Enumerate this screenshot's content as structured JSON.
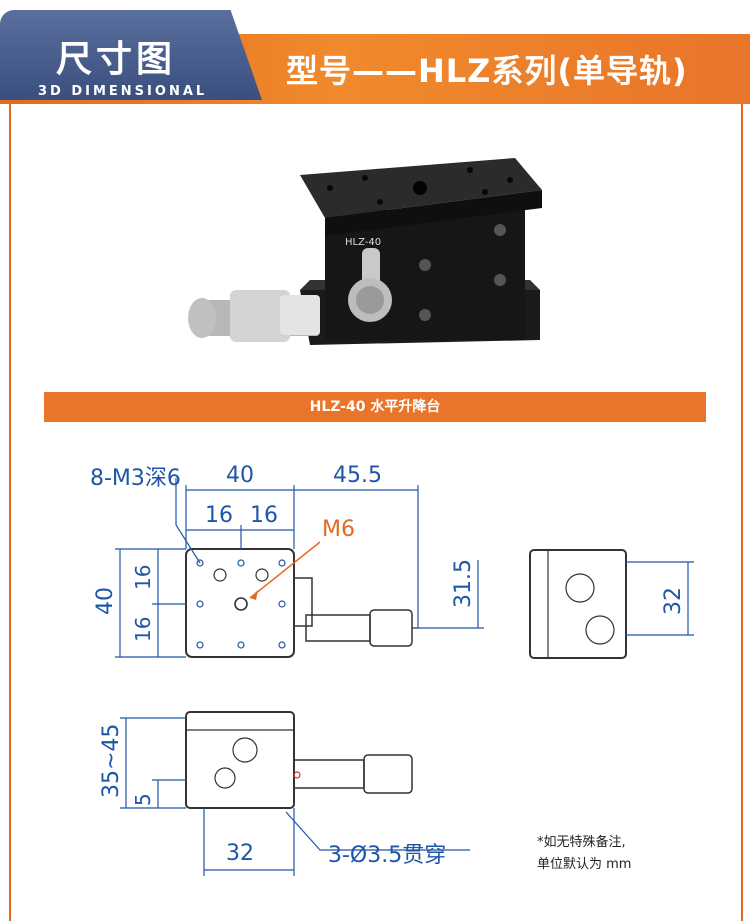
{
  "header": {
    "badge_title": "尺寸图",
    "badge_subtitle": "3D DIMENSIONAL",
    "title": "型号——HLZ系列(单导轨)"
  },
  "product": {
    "label": "HLZ-40",
    "strip_text": "HLZ-40   水平升降台"
  },
  "dimensions": {
    "top_view": {
      "holes_callout": "8-M3深6",
      "width": "40",
      "micrometer_extent": "45.5",
      "half_left": "16",
      "half_right": "16",
      "center_thread": "M6",
      "height": "40",
      "left_upper": "16",
      "left_lower": "16",
      "right_offset": "31.5"
    },
    "side_view": {
      "height": "32"
    },
    "front_view": {
      "travel": "35~45",
      "base": "5",
      "width": "32",
      "through_holes": "3-Ø3.5贯穿"
    }
  },
  "note": {
    "line1": "*如无特殊备注,",
    "line2": "单位默认为 mm"
  },
  "colors": {
    "accent": "#e8752a",
    "badge": "#3b4f7e",
    "dimension": "#1f56a8",
    "callout": "#e36a1f"
  }
}
